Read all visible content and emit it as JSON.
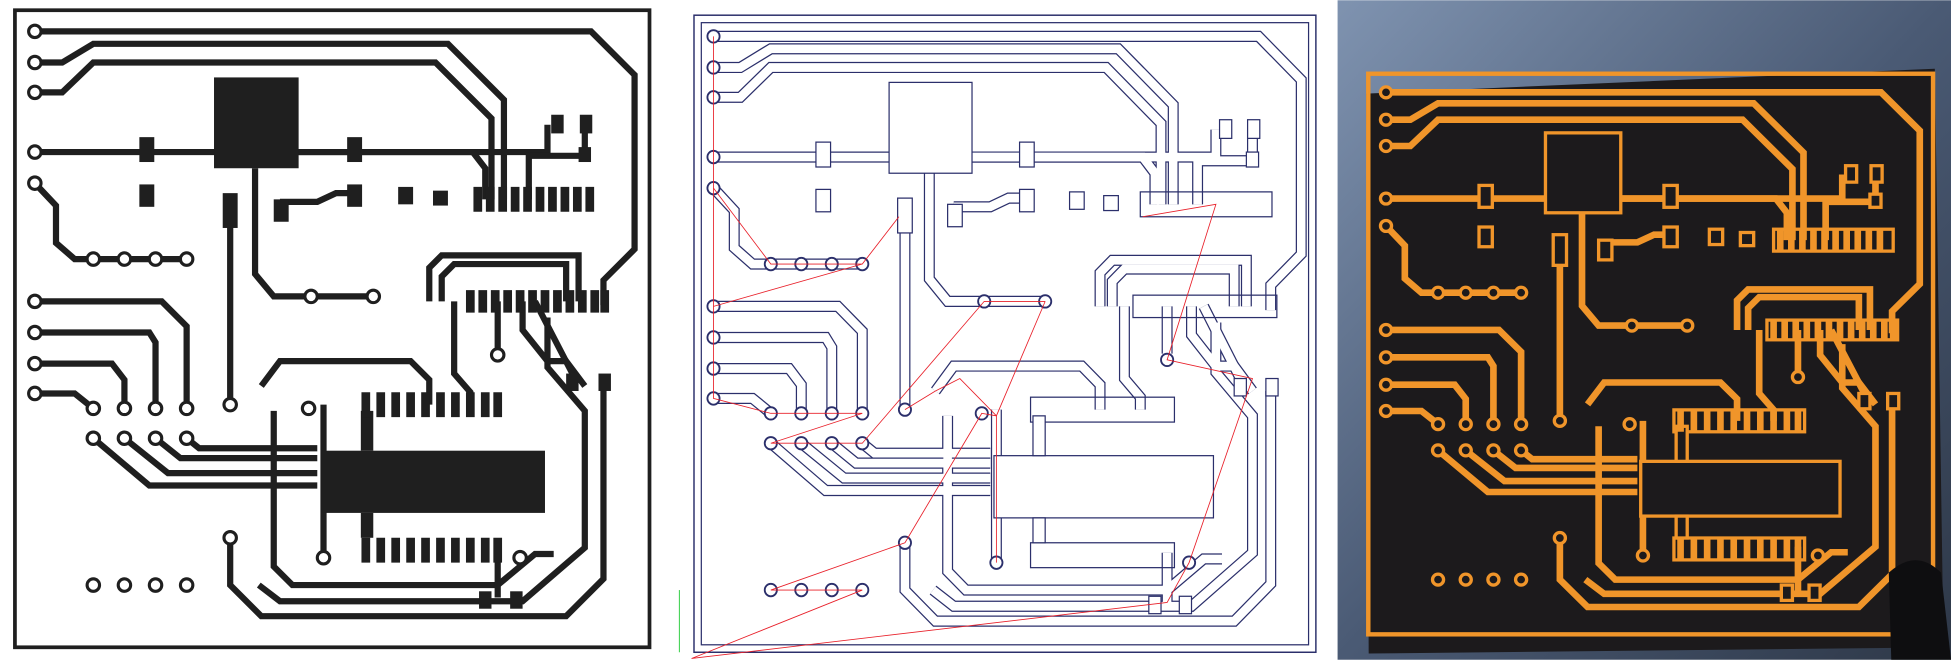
{
  "figure": {
    "panels": [
      {
        "id": "layout",
        "trace_color": "#1f1f1f",
        "background": "#ffffff"
      },
      {
        "id": "toolpath",
        "outline_color": "#2b2f6b",
        "travel_color": "#e8202a",
        "background": "#ffffff"
      },
      {
        "id": "photo",
        "trace_color": "#f0952a",
        "board_color": "#1c1a1c",
        "background": "#4a5a74"
      }
    ]
  }
}
